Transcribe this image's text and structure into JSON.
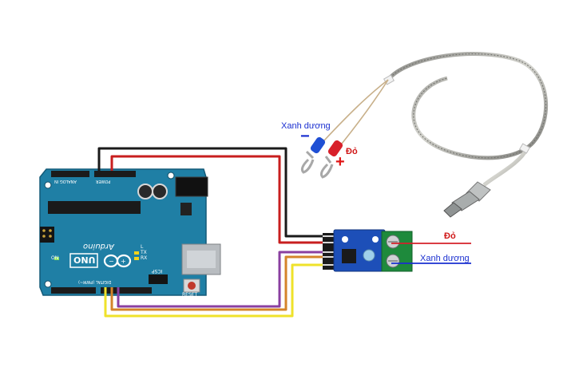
{
  "probe_labels": {
    "negative_wire": "Xanh dương",
    "negative_symbol": "−",
    "positive_wire": "Đỏ",
    "positive_symbol": "+"
  },
  "terminal_labels": {
    "red_wire": "Đỏ",
    "blue_wire": "Xanh dương"
  },
  "arduino_board": {
    "brand_text": "Arduino",
    "model_text": "UNO",
    "reset_label": "RESET",
    "icsp_label": "ICSP",
    "power_header_label": "POWER",
    "analog_header_label": "ANALOG IN",
    "digital_header_label": "DIGITAL (PWM~)",
    "on_label": "ON",
    "tx_label": "TX",
    "rx_label": "RX",
    "l_label": "L"
  },
  "colors": {
    "board": "#1f7fa5",
    "module": "#1d4fb8",
    "terminal": "#1e8a3c",
    "wire_black": "#1a1a1a",
    "wire_red": "#c81e1e",
    "wire_purple": "#8a3fa0",
    "wire_orange": "#d4842a",
    "wire_yellow": "#efe22a"
  }
}
